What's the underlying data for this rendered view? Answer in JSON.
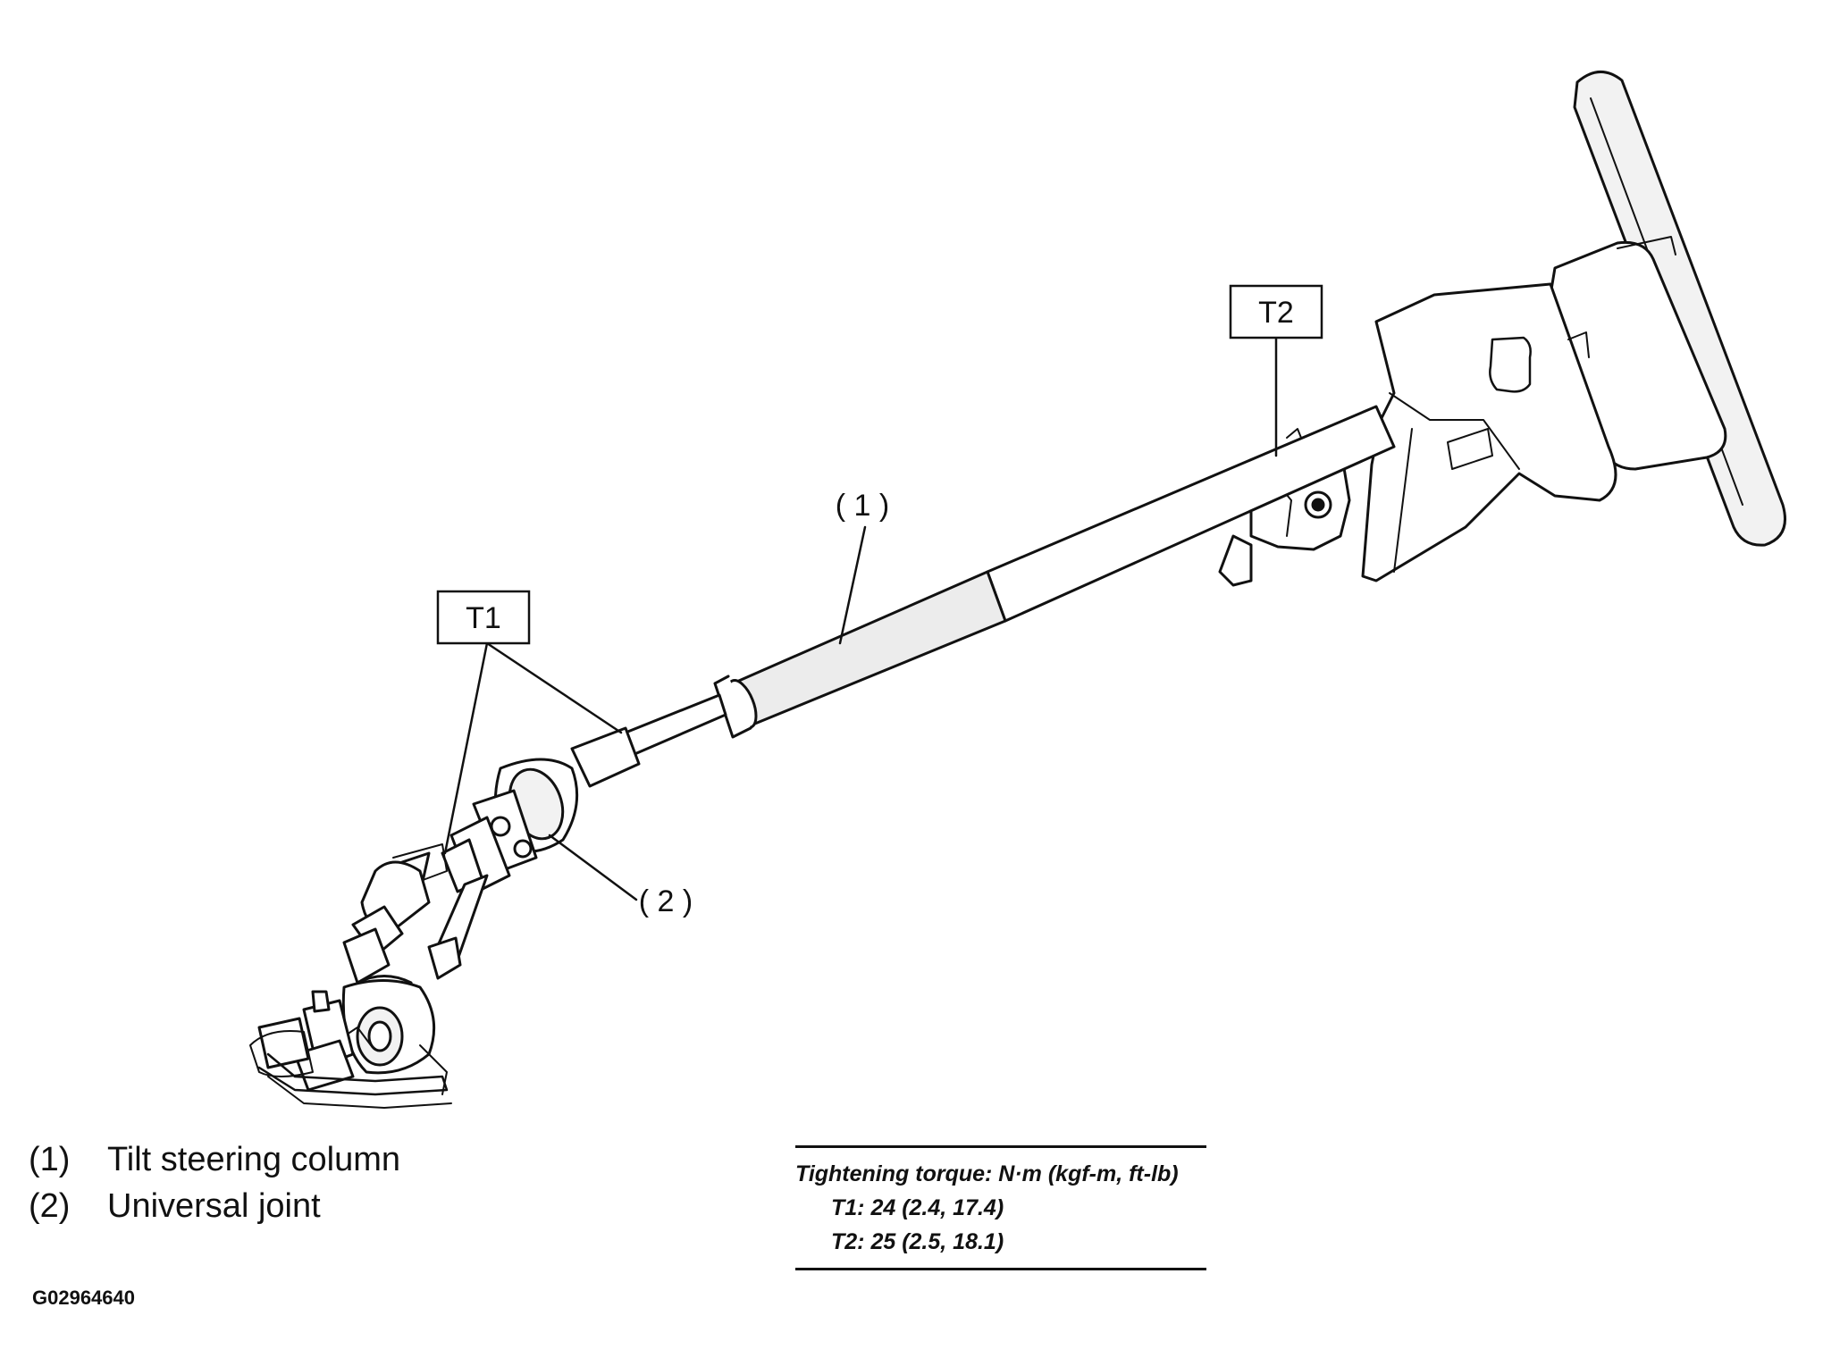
{
  "callouts": {
    "c1": "( 1 )",
    "c2": "( 2 )"
  },
  "boxes": {
    "t1": "T1",
    "t2": "T2"
  },
  "legend": [
    {
      "num": "(1)",
      "label": "Tilt steering column"
    },
    {
      "num": "(2)",
      "label": "Universal joint"
    }
  ],
  "torque": {
    "title": "Tightening torque: N·m (kgf-m, ft-lb)",
    "t1": "T1: 24 (2.4, 17.4)",
    "t2": "T2: 25 (2.5, 18.1)"
  },
  "figure_id": "G02964640",
  "colors": {
    "line": "#111111",
    "shade": "#d9d9d9",
    "background": "#ffffff"
  }
}
